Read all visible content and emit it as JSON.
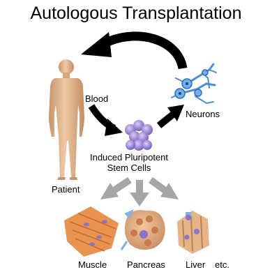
{
  "title": "Autologous Transplantation",
  "labels": {
    "blood": "Blood",
    "neurons": "Neurons",
    "ipsc_line1": "Induced Pluripotent",
    "ipsc_line2": "Stem Cells",
    "patient": "Patient",
    "muscle": "Muscle",
    "pancreas": "Pancreas",
    "liver": "Liver",
    "etc": "etc."
  },
  "colors": {
    "skin": "#e3b993",
    "arrow_black": "#000000",
    "arrow_gray": "#a6a6a6",
    "stem_cell": "#8a74c6",
    "neuron": "#4a8fd6",
    "muscle": "#e8934f",
    "pancreas": "#d89a6c",
    "liver": "#e5b587"
  },
  "icons": {
    "patient": "human-body-icon",
    "stem_cells": "cell-cluster-icon",
    "neurons": "neuron-cells-icon",
    "muscle": "muscle-tissue-icon",
    "pancreas": "pancreas-tissue-icon",
    "liver": "liver-tissue-icon"
  }
}
